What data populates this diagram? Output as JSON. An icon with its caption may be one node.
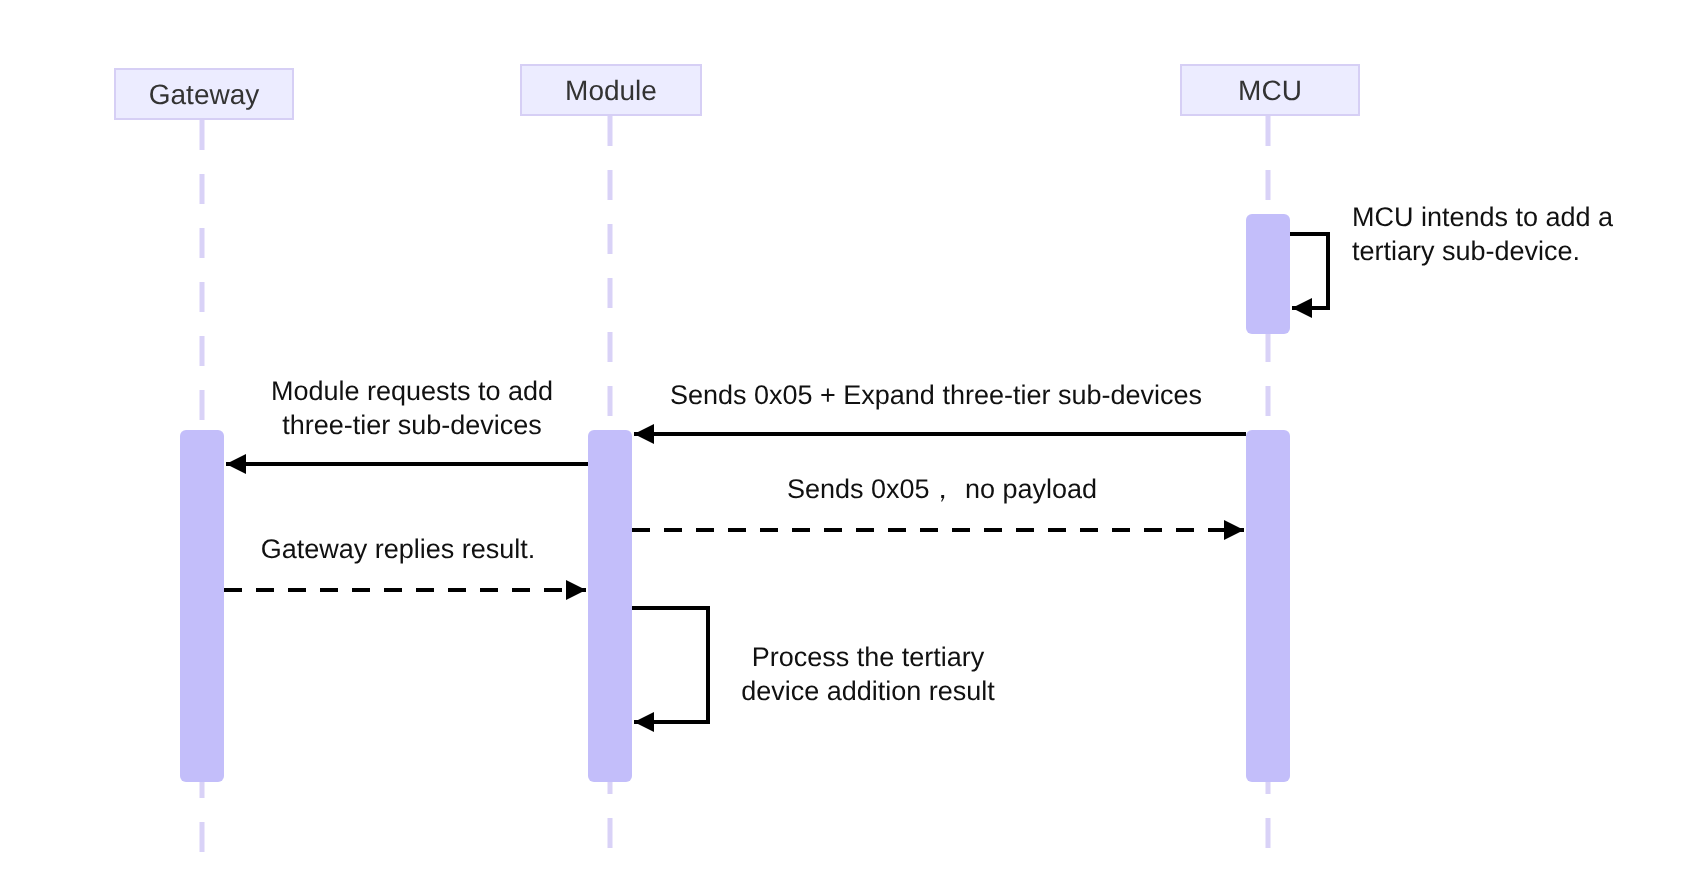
{
  "diagram": {
    "nodes": [
      {
        "text": [
          "Gateway"
        ]
      },
      {
        "text": [
          "Module"
        ]
      },
      {
        "text": [
          "MCU"
        ]
      },
      {
        "text": [],
        "shape": "bar"
      },
      {
        "text": [],
        "shape": "bar"
      },
      {
        "text": [],
        "shape": "bar"
      },
      {
        "text": [],
        "shape": "bar"
      }
    ],
    "edges": [
      {
        "from": 3,
        "to": 3,
        "arrow": "to",
        "label": "MCU intends to add a tertiary sub-device."
      },
      {
        "from": 6,
        "to": 5,
        "arrow": "to",
        "label": "Sends 0x05 + Expand three-tier sub-devices"
      },
      {
        "from": 5,
        "to": 4,
        "arrow": "to",
        "label": "Module requests to add three-tier sub-devices"
      },
      {
        "from": 5,
        "to": 6,
        "arrow": "to",
        "style": "dashed",
        "label": "Sends 0x05， no payload"
      },
      {
        "from": 4,
        "to": 5,
        "arrow": "to",
        "style": "dashed",
        "label": "Gateway replies result."
      },
      {
        "from": 5,
        "to": 5,
        "arrow": "to",
        "label": "Process the tertiary device addition result"
      }
    ]
  }
}
